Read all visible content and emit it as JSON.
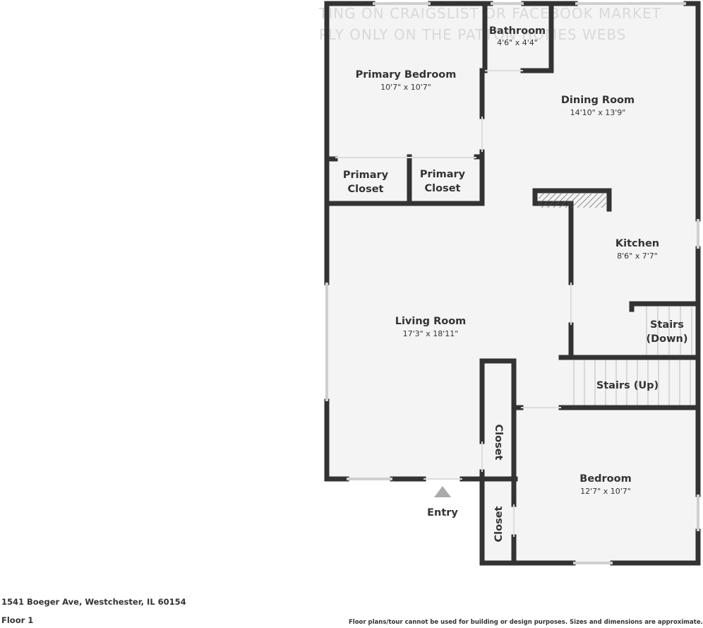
{
  "watermark": {
    "line1": "TING ON CRAIGSLIST OR FACEBOOK MARKET",
    "line2": "PLY ONLY ON THE PATTON HOMES WEBS"
  },
  "rooms": {
    "bathroom": {
      "name": "Bathroom",
      "dims": "4'6\" x 4'4\""
    },
    "primary_bedroom": {
      "name": "Primary Bedroom",
      "dims": "10'7\" x 10'7\""
    },
    "dining_room": {
      "name": "Dining Room",
      "dims": "14'10\" x 13'9\""
    },
    "primary_closet_1": {
      "line1": "Primary",
      "line2": "Closet"
    },
    "primary_closet_2": {
      "line1": "Primary",
      "line2": "Closet"
    },
    "kitchen": {
      "name": "Kitchen",
      "dims": "8'6\" x 7'7\""
    },
    "living_room": {
      "name": "Living Room",
      "dims": "17'3\" x 18'11\""
    },
    "stairs_down": {
      "line1": "Stairs",
      "line2": "(Down)"
    },
    "stairs_up": {
      "name": "Stairs (Up)"
    },
    "closet_upper": {
      "name": "Closet"
    },
    "closet_lower": {
      "name": "Closet"
    },
    "bedroom": {
      "name": "Bedroom",
      "dims": "12'7\" x 10'7\""
    },
    "entry": {
      "name": "Entry"
    }
  },
  "footer": {
    "address": "1541 Boeger Ave, Westchester, IL 60154",
    "floor": "Floor 1",
    "disclaimer": "Floor plans/tour cannot be used for building or design purposes. Sizes and dimensions are approximate."
  }
}
